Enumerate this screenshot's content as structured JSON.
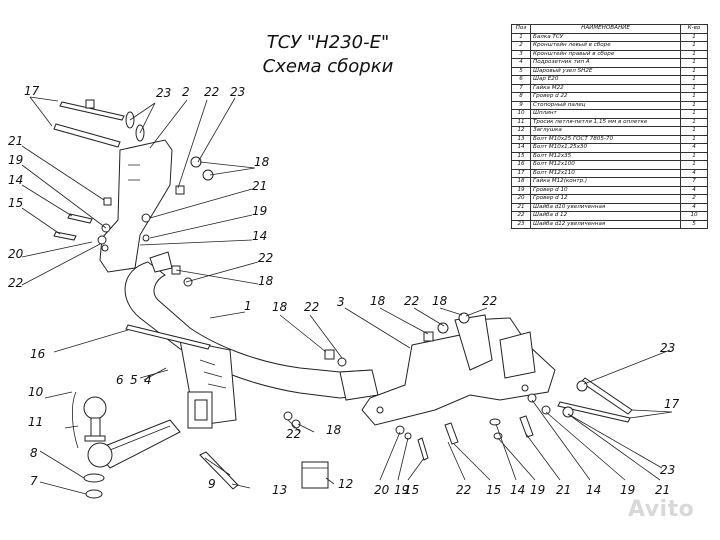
{
  "title": {
    "line1": "ТСУ \"H230-E\"",
    "line2": "Схема сборки"
  },
  "table": {
    "headers": {
      "pos": "Поз",
      "name": "НАИМЕНОВАНИЕ",
      "qty": "К-во"
    },
    "rows": [
      {
        "pos": "1",
        "name": "Балка ТСУ",
        "qty": "1"
      },
      {
        "pos": "2",
        "name": "Кронштейн левый в сборе",
        "qty": "1"
      },
      {
        "pos": "3",
        "name": "Кронштейн правый в сборе",
        "qty": "1"
      },
      {
        "pos": "4",
        "name": "Подрозетник тип А",
        "qty": "1"
      },
      {
        "pos": "5",
        "name": "Шаровый узел SH2E",
        "qty": "1"
      },
      {
        "pos": "6",
        "name": "Шар E20",
        "qty": "1"
      },
      {
        "pos": "7",
        "name": "Гайка М22",
        "qty": "1"
      },
      {
        "pos": "8",
        "name": "Гровер d 22",
        "qty": "1"
      },
      {
        "pos": "9",
        "name": "Стопорный палец",
        "qty": "1"
      },
      {
        "pos": "10",
        "name": "Шплинт",
        "qty": "1"
      },
      {
        "pos": "11",
        "name": "Тросик петля-петля 1,15 мм в оплетке",
        "qty": "1"
      },
      {
        "pos": "12",
        "name": "Заглушка",
        "qty": "1"
      },
      {
        "pos": "13",
        "name": "Болт М10х25 ГОСТ 7805-70",
        "qty": "1"
      },
      {
        "pos": "14",
        "name": "Болт М10х1,25х30",
        "qty": "4"
      },
      {
        "pos": "15",
        "name": "Болт М12х35",
        "qty": "1"
      },
      {
        "pos": "16",
        "name": "Болт М12х100",
        "qty": "1"
      },
      {
        "pos": "17",
        "name": "Болт М12х110",
        "qty": "4"
      },
      {
        "pos": "18",
        "name": "Гайка М12(контр.)",
        "qty": "7"
      },
      {
        "pos": "19",
        "name": "Гровер d 10",
        "qty": "4"
      },
      {
        "pos": "20",
        "name": "Гровер d 12",
        "qty": "2"
      },
      {
        "pos": "21",
        "name": "Шайба d10 увеличенная",
        "qty": "4"
      },
      {
        "pos": "22",
        "name": "Шайба d 12",
        "qty": "10"
      },
      {
        "pos": "23",
        "name": "Шайба d12 увеличенная",
        "qty": "5"
      }
    ]
  },
  "callouts": {
    "c17a": "17",
    "c23a": "23",
    "c2": "2",
    "c22a": "22",
    "c23b": "23",
    "c18a": "18",
    "c21a": "21",
    "c19a": "19",
    "c14a": "14",
    "c15a": "15",
    "c20a": "20",
    "c22b": "22",
    "c21b": "21",
    "c19b": "19",
    "c14b": "14",
    "c22c": "22",
    "c18b": "18",
    "c1": "1",
    "c18c": "18",
    "c22d": "22",
    "c3": "3",
    "c18d": "18",
    "c22e": "22",
    "c18e": "18",
    "c22f": "22",
    "c16": "16",
    "c5": "5",
    "c6": "6",
    "c4": "4",
    "c10": "10",
    "c11": "11",
    "c8": "8",
    "c7": "7",
    "c9": "9",
    "c13": "13",
    "c12": "12",
    "c22g": "22",
    "c18f": "18",
    "c23c": "23",
    "c17b": "17",
    "c23d": "23",
    "c20b": "20",
    "c19c": "19",
    "c15b": "15",
    "c22h": "22",
    "c15c": "15",
    "c14c": "14",
    "c19d": "19",
    "c21c": "21",
    "c14d": "14",
    "c19e": "19",
    "c21d": "21"
  },
  "watermark": "Avito",
  "colors": {
    "line": "#222222",
    "part": "#ffffff",
    "hatch": "#999999"
  }
}
